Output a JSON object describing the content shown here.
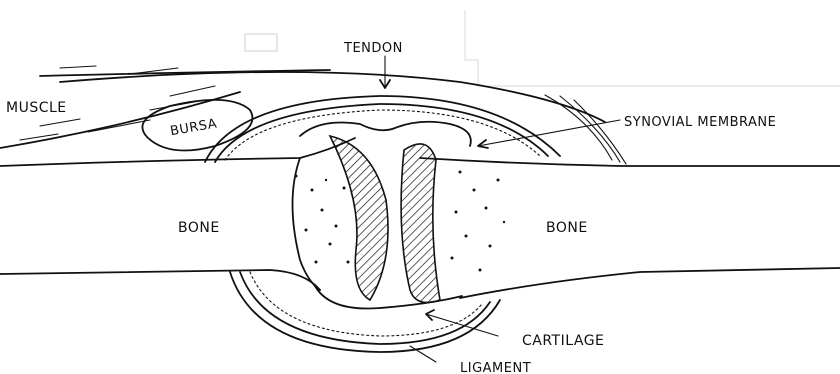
{
  "labels": {
    "tendon": "TENDON",
    "muscle": "MUSCLE",
    "bursa": "BURSA",
    "synovial_membrane": "SYNOVIAL MEMBRANE",
    "bone_left": "BONE",
    "bone_right": "BONE",
    "cartilage": "CARTILAGE",
    "ligament": "LIGAMENT"
  },
  "colors": {
    "ink": "#111111",
    "background": "#ffffff"
  }
}
